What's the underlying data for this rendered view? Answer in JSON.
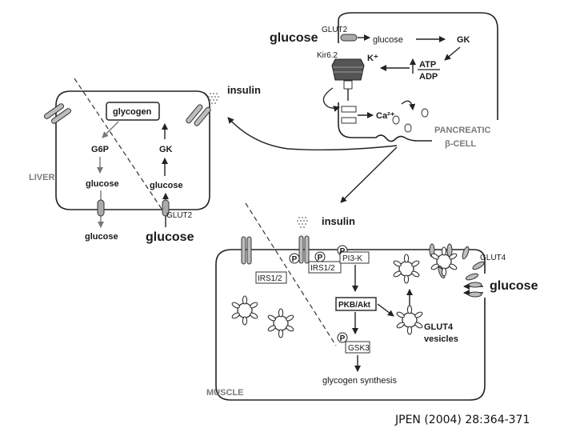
{
  "pancreas": {
    "glucose": "glucose",
    "glut2": "GLUT2",
    "glucose_inside": "glucose",
    "gk": "GK",
    "kir": "Kir6.2",
    "k_plus": "K⁺",
    "atp": "ATP",
    "adp": "ADP",
    "ca": "Ca²⁺",
    "title_1": "PANCREATIC",
    "title_2": "β-CELL"
  },
  "insulin_top": "insulin",
  "liver": {
    "name": "LIVER",
    "glycogen": "glycogen",
    "g6p": "G6P",
    "gk": "GK",
    "glucose_left": "glucose",
    "glucose_right": "glucose",
    "glucose_out": "glucose",
    "glut2": "GLUT2",
    "glucose_big": "glucose"
  },
  "muscle": {
    "insulin": "insulin",
    "name": "MUSCLE",
    "irs_left": "IRS1/2",
    "irs_right": "IRS1/2",
    "pi3k": "PI3-K",
    "pkb": "PKB/Akt",
    "gsk3": "GSK3",
    "p": "P",
    "glycogen_synthesis": "glycogen synthesis",
    "glut4_vesicles_1": "GLUT4",
    "glut4_vesicles_2": "vesicles",
    "glut4": "GLUT4",
    "glucose": "glucose"
  },
  "citation": "JPEN (2004) 28:364-371"
}
